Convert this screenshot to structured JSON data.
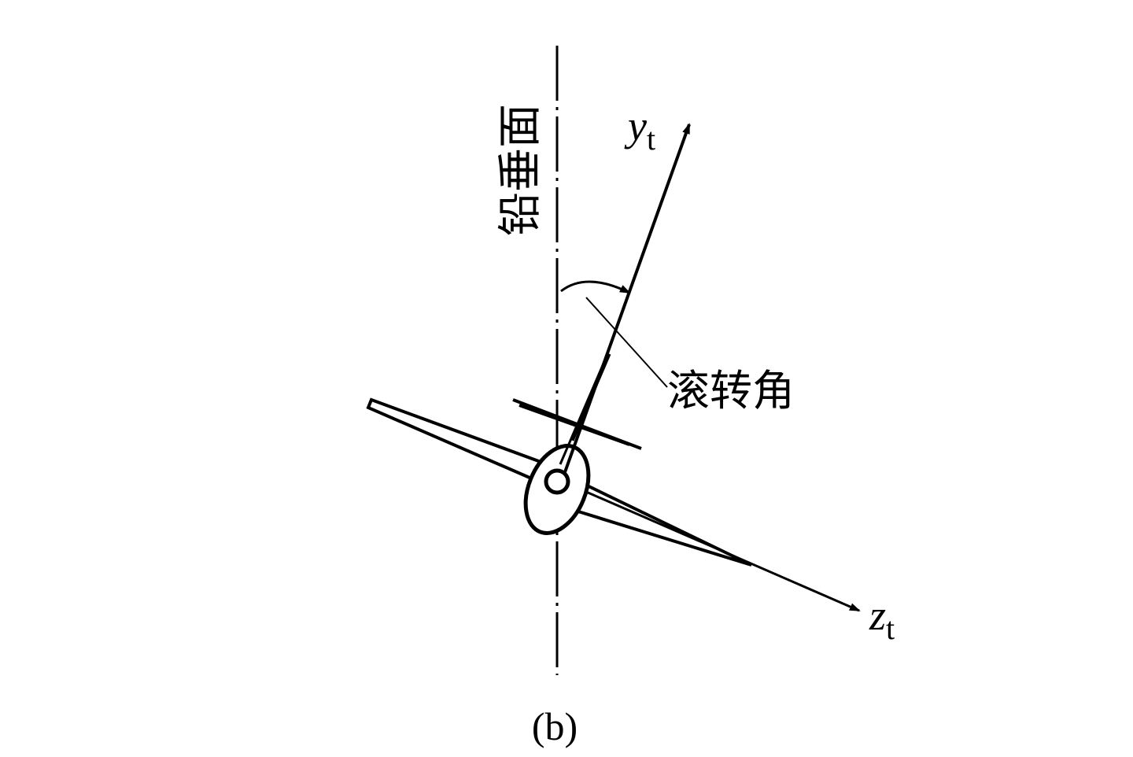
{
  "labels": {
    "vertical_plane": "铅垂面",
    "roll_angle": "滚转角",
    "y_axis": "y",
    "y_axis_sub": "t",
    "z_axis": "z",
    "z_axis_sub": "t",
    "caption": "(b)"
  },
  "colors": {
    "ink": "#000000",
    "background": "#ffffff"
  }
}
